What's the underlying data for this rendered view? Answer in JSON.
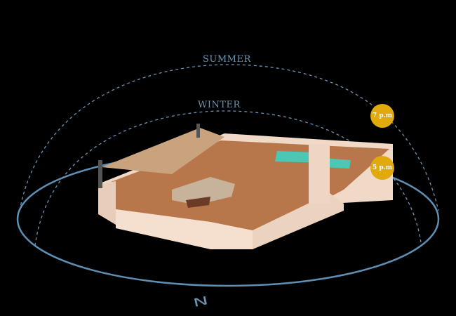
{
  "labels": {
    "summer": "SUMMER",
    "winter": "WINTER"
  },
  "time_badges": [
    {
      "label": "7 p.m"
    },
    {
      "label": "5 p.m"
    }
  ],
  "compass": {
    "north": "N"
  },
  "colors": {
    "orbit": "#5f8fb5",
    "badge": "#e0a90c",
    "arc": "#6f93b3"
  }
}
